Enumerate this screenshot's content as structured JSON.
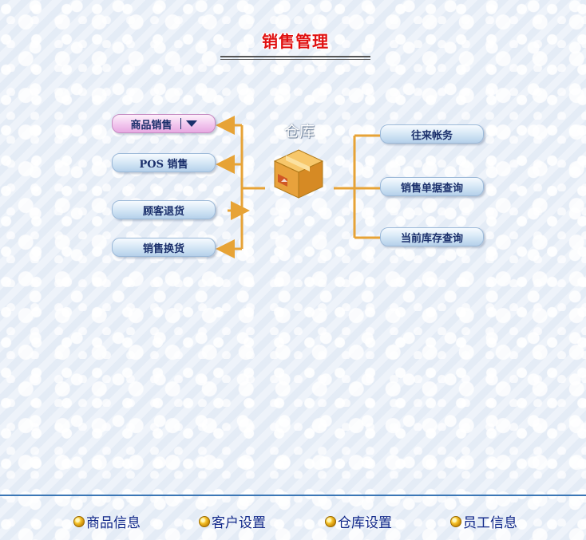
{
  "page": {
    "title": "销售管理"
  },
  "center": {
    "label": "仓库"
  },
  "left_buttons": [
    {
      "label": "商品销售",
      "active": true,
      "dropdown": true
    },
    {
      "label": "POS 销售"
    },
    {
      "label": "顾客退货"
    },
    {
      "label": "销售换货"
    }
  ],
  "right_buttons": [
    {
      "label": "往来帐务"
    },
    {
      "label": "销售单据查询"
    },
    {
      "label": "当前库存查询"
    }
  ],
  "footer": [
    {
      "label": "商品信息"
    },
    {
      "label": "客户设置"
    },
    {
      "label": "仓库设置"
    },
    {
      "label": "员工信息"
    }
  ],
  "colors": {
    "title": "#e01010",
    "connector": "#e7a336",
    "button_text": "#1a2f6b",
    "footer_line": "#3b77b6"
  },
  "icons": {
    "center": "box-icon",
    "footer_bullet": "orange-dot-icon",
    "dropdown": "triangle-down-icon"
  }
}
